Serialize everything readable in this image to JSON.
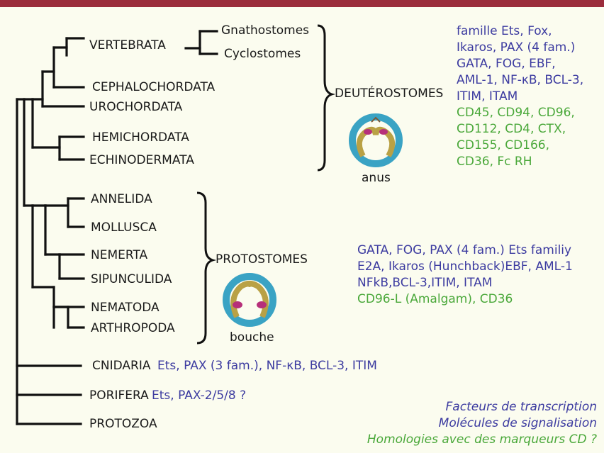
{
  "taxa": {
    "vertebrata": "VERTEBRATA",
    "gnathostomes": "Gnathostomes",
    "cyclostomes": "Cyclostomes",
    "cephalochordata": "CEPHALOCHORDATA",
    "urochordata": "UROCHORDATA",
    "hemichordata": "HEMICHORDATA",
    "echinodermata": "ECHINODERMATA",
    "annelida": "ANNELIDA",
    "mollusca": "MOLLUSCA",
    "nemerta": "NEMERTA",
    "sipunculida": "SIPUNCULIDA",
    "nematoda": "NEMATODA",
    "arthropoda": "ARTHROPODA",
    "cnidaria": "CNIDARIA",
    "porifera": "PORIFERA",
    "protozoa": "PROTOZOA"
  },
  "groups": {
    "deuterostomes": "DEUTÉROSTOMES",
    "deuterostomes_caption": "anus",
    "protostomes": "PROTOSTOMES",
    "protostomes_caption": "bouche"
  },
  "deuterostome_factors": {
    "transcription": [
      "famille Ets, Fox,",
      "Ikaros, PAX (4 fam.)",
      "GATA, FOG, EBF,"
    ],
    "signaling": [
      "AML-1, NF-κB,  BCL-3,",
      "ITIM,  ITAM"
    ],
    "cd_homologies": [
      "CD45, CD94, CD96,",
      "CD112, CD4, CTX,",
      "CD155, CD166,",
      "CD36, Fc RH"
    ]
  },
  "protostome_factors": {
    "transcription": [
      "GATA, FOG, PAX (4 fam.)  Ets familiy",
      "E2A, Ikaros (Hunchback)EBF, AML-1"
    ],
    "signaling": [
      "NFkB,BCL-3,ITIM,  ITAM"
    ],
    "cd_homologies": [
      "CD96-L (Amalgam), CD36"
    ]
  },
  "cnidaria_factors": "Ets, PAX (3 fam.), NF-κB, BCL-3, ITIM",
  "porifera_factors": "Ets, PAX-2/5/8 ?",
  "legend": {
    "transcription": "Facteurs de transcription",
    "signaling": "Molécules de signalisation",
    "cd": "Homologies avec des marqueurs CD ?"
  },
  "colors": {
    "top_bar": "#9b2d3c",
    "background": "#fbfcef",
    "blue_text": "#3c3ba0",
    "green_text": "#4aa83a",
    "ring_teal": "#3aa3c4",
    "ring_gold": "#b9a145",
    "ring_magenta": "#b6307a"
  }
}
